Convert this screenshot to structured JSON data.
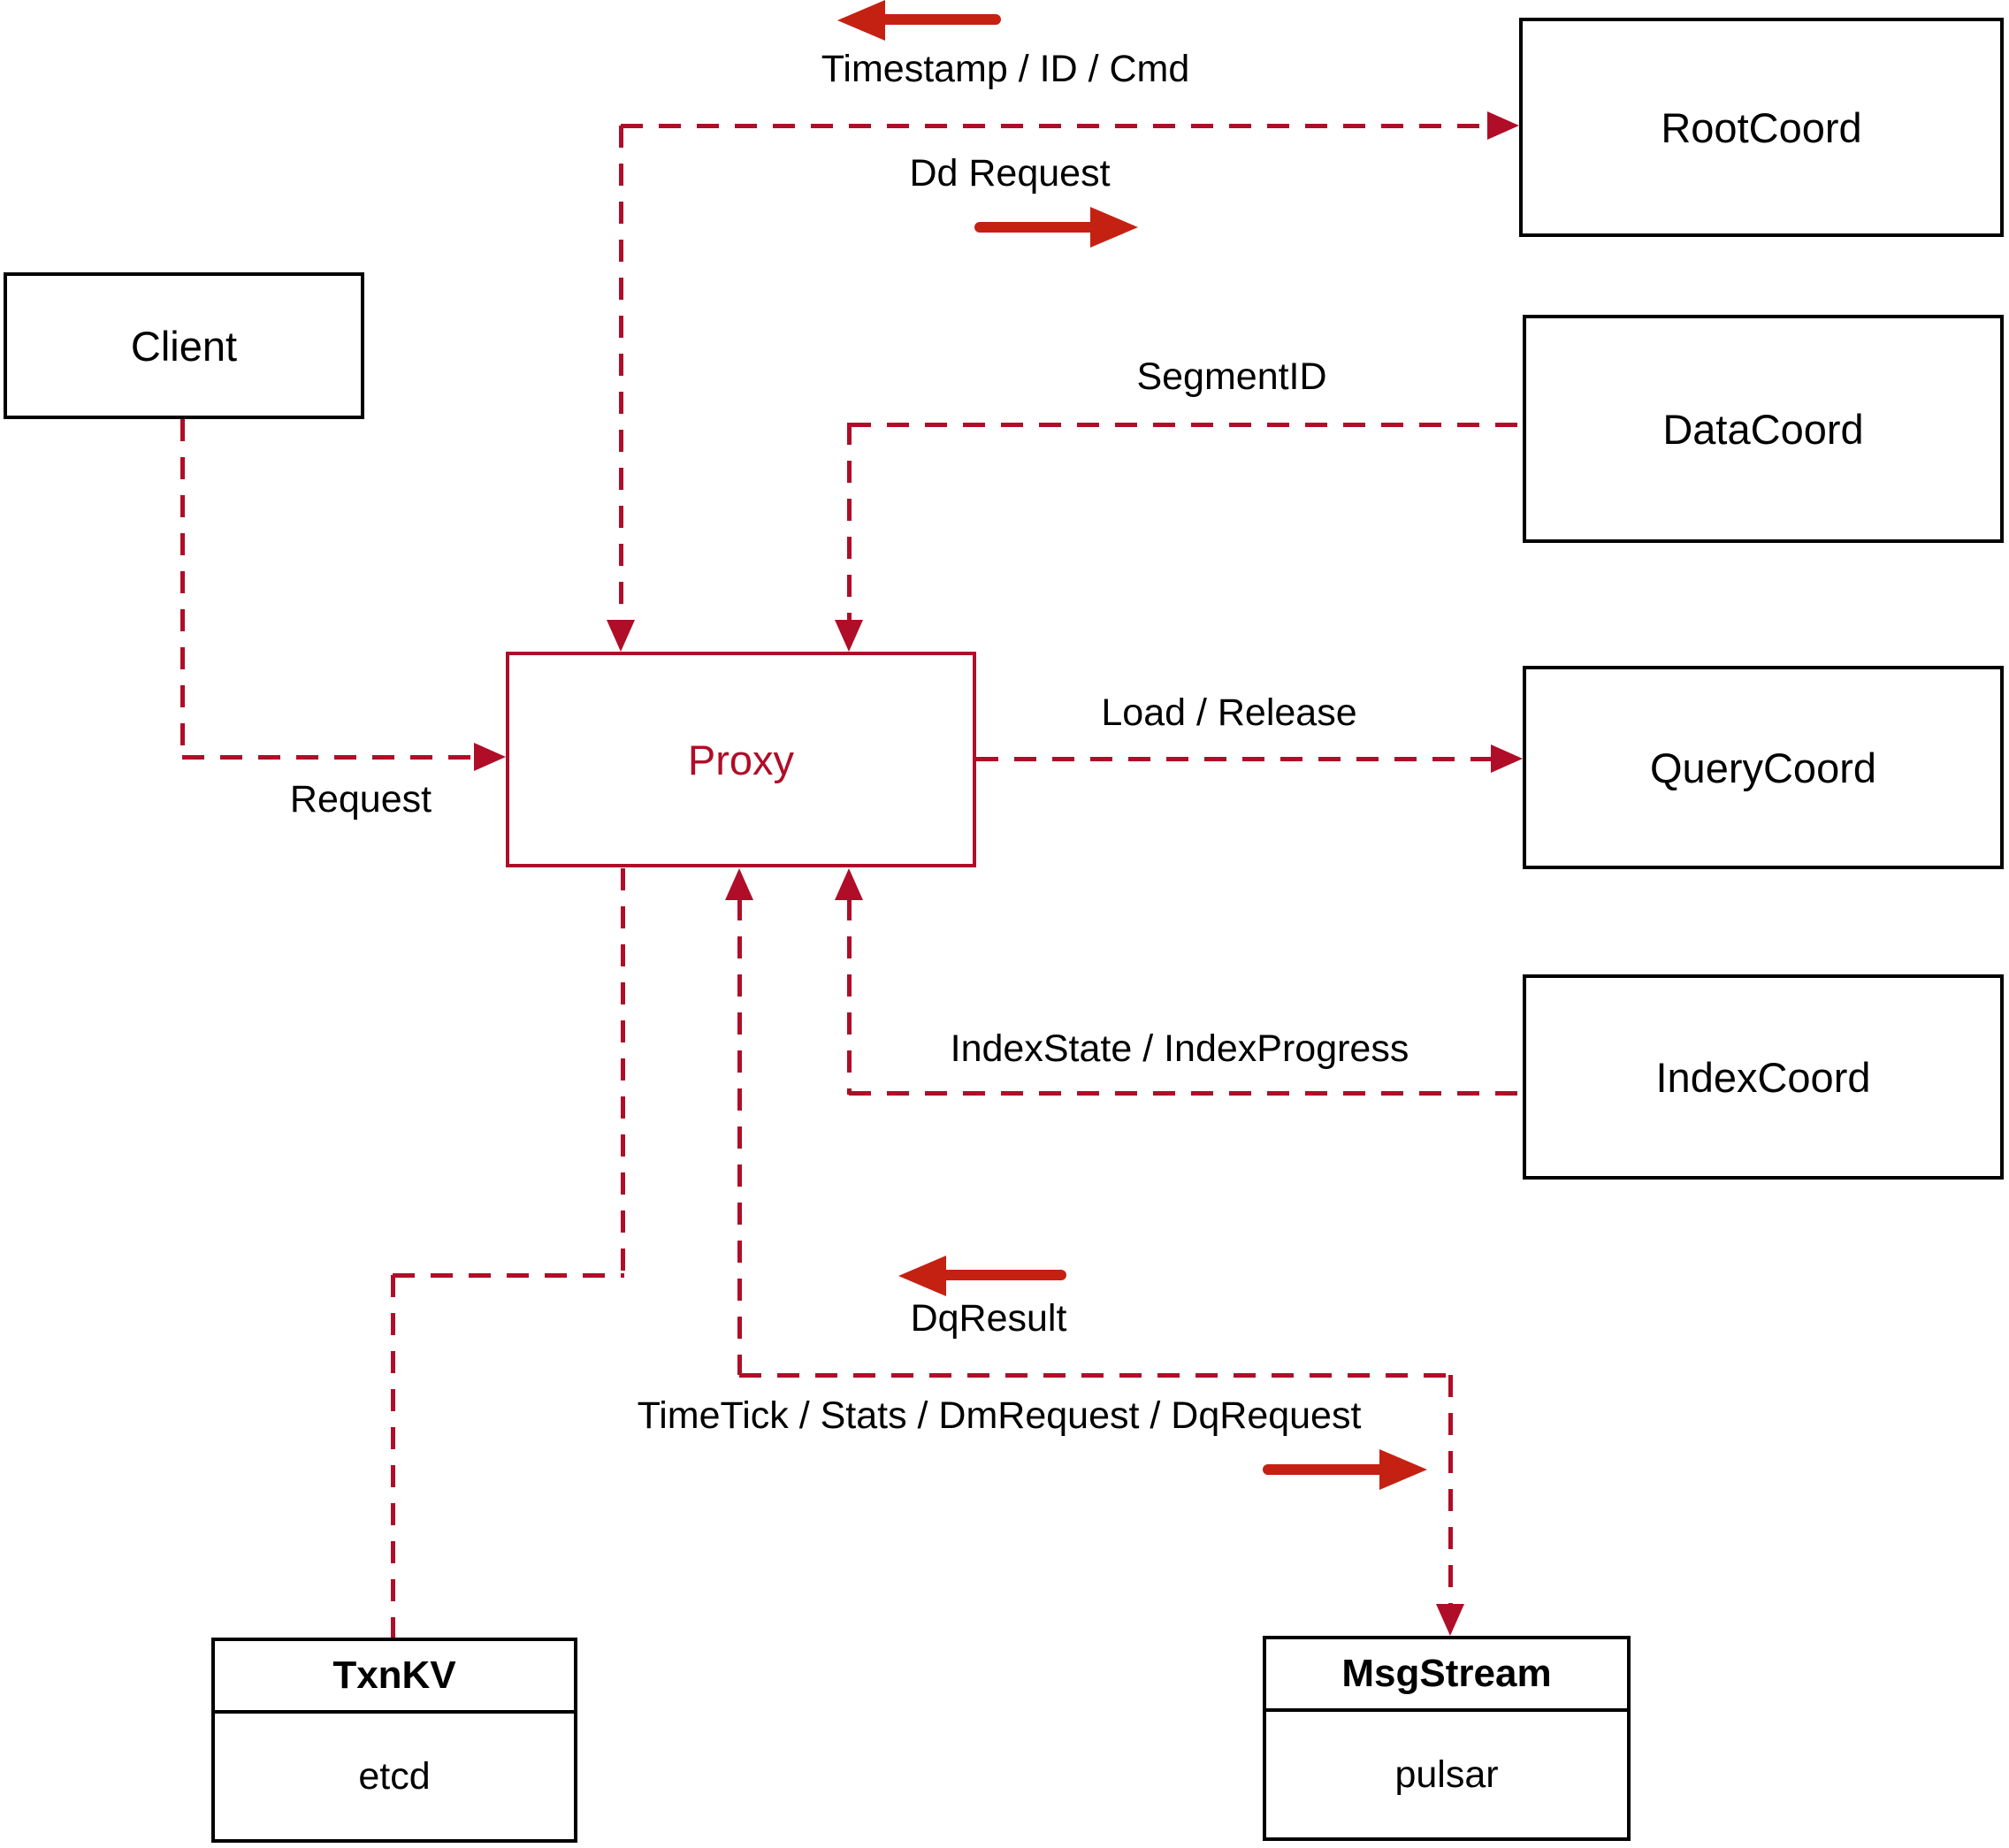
{
  "diagram": {
    "nodes": {
      "client": {
        "label": "Client"
      },
      "rootcoord": {
        "label": "RootCoord"
      },
      "datacoord": {
        "label": "DataCoord"
      },
      "querycoord": {
        "label": "QueryCoord"
      },
      "indexcoord": {
        "label": "IndexCoord"
      },
      "proxy": {
        "label": "Proxy"
      },
      "txnkv": {
        "title": "TxnKV",
        "body": "etcd"
      },
      "msgstream": {
        "title": "MsgStream",
        "body": "pulsar"
      }
    },
    "edge_labels": {
      "timestamp": "Timestamp / ID / Cmd",
      "dd_request": "Dd Request",
      "segment_id": "SegmentID",
      "request": "Request",
      "load_release": "Load / Release",
      "index_state": "IndexState / IndexProgress",
      "dq_result": "DqResult",
      "time_tick": "TimeTick / Stats / DmRequest / DqRequest"
    },
    "colors": {
      "dashed_line": "#b00d28",
      "solid_arrow": "#c52113",
      "node_border": "#000000",
      "proxy_accent": "#b00d28"
    }
  }
}
